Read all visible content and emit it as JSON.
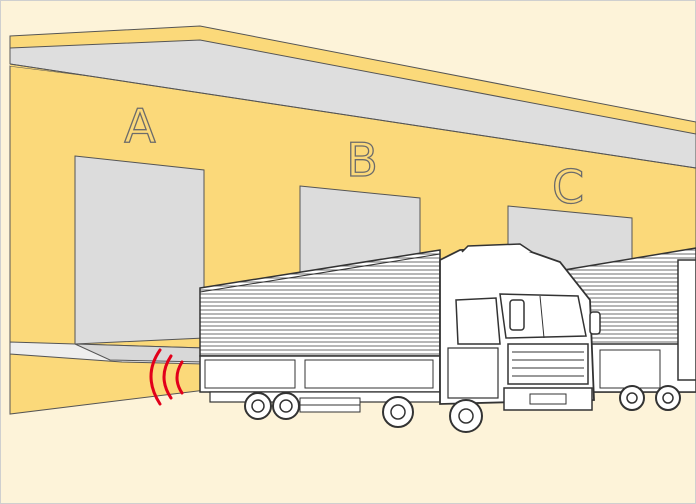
{
  "bays": [
    {
      "letter": "A",
      "state": "truck-docked",
      "sensor": "active"
    },
    {
      "letter": "B",
      "state": "truck-docked",
      "sensor": "none"
    },
    {
      "letter": "C",
      "state": "truck-docked",
      "sensor": "none"
    }
  ],
  "colors": {
    "frame_border": "#cfcfcf",
    "background": "#fdf3d9",
    "building_wall": "#fbd97a",
    "canopy_top": "#fbd97a",
    "canopy_underside": "#dedede",
    "door": "#dcdcdc",
    "truck_body": "#ffffff",
    "truck_outline": "#333333",
    "sensor_waves": "#e2001a"
  },
  "icons": {
    "sensor": "sensor-signal-waves-icon",
    "truck": "box-truck-illustration"
  }
}
